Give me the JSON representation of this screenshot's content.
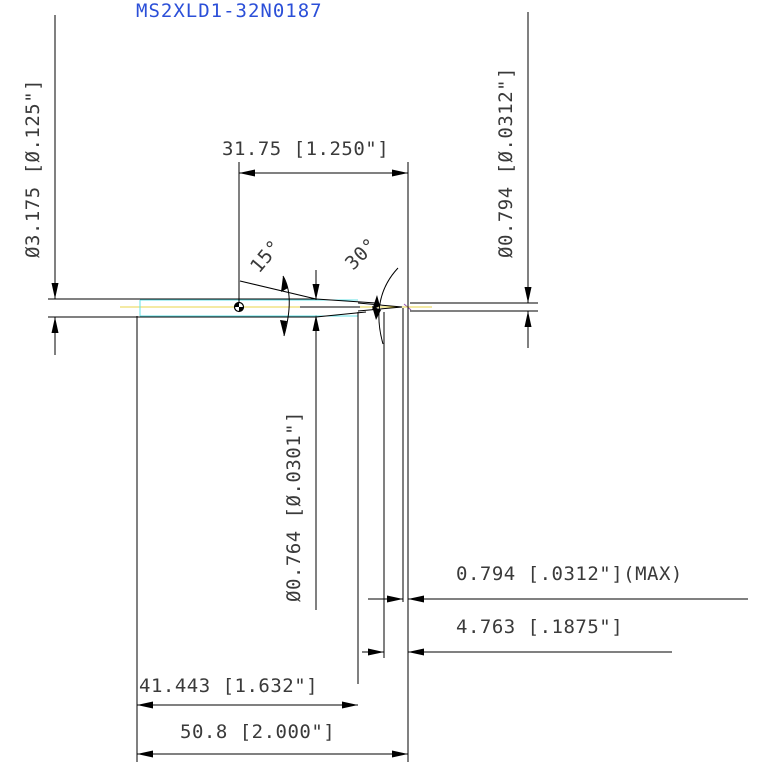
{
  "drawing": {
    "part_number": "MS2XLD1-32N0187",
    "colors": {
      "background": "#ffffff",
      "line": "#000000",
      "text": "#3a3a3a",
      "title": "#2b4fd8",
      "shank_outline": "#66e0e6",
      "centerline": "#e8d64a",
      "tip_axis": "#9b59b6"
    },
    "dimensions": {
      "shank_diameter": "Ø3.175 [Ø.125\"]",
      "tip_diameter": "Ø0.794 [Ø.0312\"]",
      "overall_length": "50.8 [2.000\"]",
      "shank_length": "41.443 [1.632\"]",
      "cut_length": "31.75 [1.250\"]",
      "neck_diameter": "Ø0.764 [Ø.0301\"]",
      "tip_length": "0.794 [.0312\"](MAX)",
      "flute_length": "4.763 [.1875\"]"
    },
    "angles": {
      "taper_angle": "15°",
      "point_angle": "30°"
    }
  }
}
